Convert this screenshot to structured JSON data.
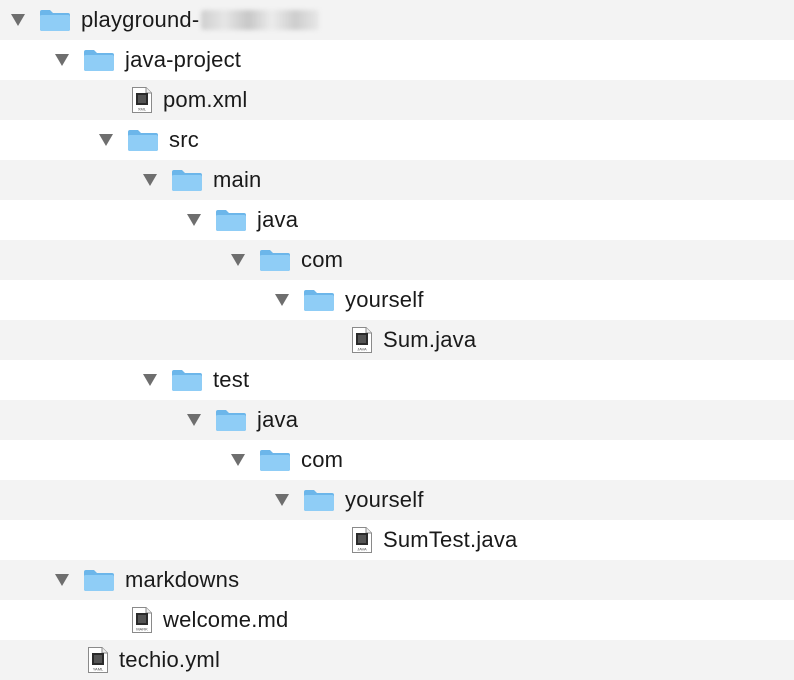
{
  "tree": {
    "rows": [
      {
        "label": "playground-",
        "type": "folder",
        "depth": 0,
        "expanded": true,
        "redacted": true
      },
      {
        "label": "java-project",
        "type": "folder",
        "depth": 1,
        "expanded": true
      },
      {
        "label": "pom.xml",
        "type": "file",
        "depth": 2,
        "file_badge": "XML"
      },
      {
        "label": "src",
        "type": "folder",
        "depth": 2,
        "expanded": true
      },
      {
        "label": "main",
        "type": "folder",
        "depth": 3,
        "expanded": true
      },
      {
        "label": "java",
        "type": "folder",
        "depth": 4,
        "expanded": true
      },
      {
        "label": "com",
        "type": "folder",
        "depth": 5,
        "expanded": true
      },
      {
        "label": "yourself",
        "type": "folder",
        "depth": 6,
        "expanded": true
      },
      {
        "label": "Sum.java",
        "type": "file",
        "depth": 7,
        "file_badge": "JAVA"
      },
      {
        "label": "test",
        "type": "folder",
        "depth": 3,
        "expanded": true
      },
      {
        "label": "java",
        "type": "folder",
        "depth": 4,
        "expanded": true
      },
      {
        "label": "com",
        "type": "folder",
        "depth": 5,
        "expanded": true
      },
      {
        "label": "yourself",
        "type": "folder",
        "depth": 6,
        "expanded": true
      },
      {
        "label": "SumTest.java",
        "type": "file",
        "depth": 7,
        "file_badge": "JAVA"
      },
      {
        "label": "markdowns",
        "type": "folder",
        "depth": 1,
        "expanded": true
      },
      {
        "label": "welcome.md",
        "type": "file",
        "depth": 2,
        "file_badge": "MARK"
      },
      {
        "label": "techio.yml",
        "type": "file",
        "depth": 1,
        "file_badge": "YAML"
      }
    ]
  },
  "colors": {
    "folder_front": "#8fcdf6",
    "folder_back": "#6cb6ea",
    "disclosure": "#6e6e6e",
    "row_alt": "#f3f3f3",
    "text": "#1a1a1a"
  },
  "icons": {
    "folder": "folder-icon",
    "file": "document-icon",
    "disclosure": "disclosure-triangle-icon"
  }
}
